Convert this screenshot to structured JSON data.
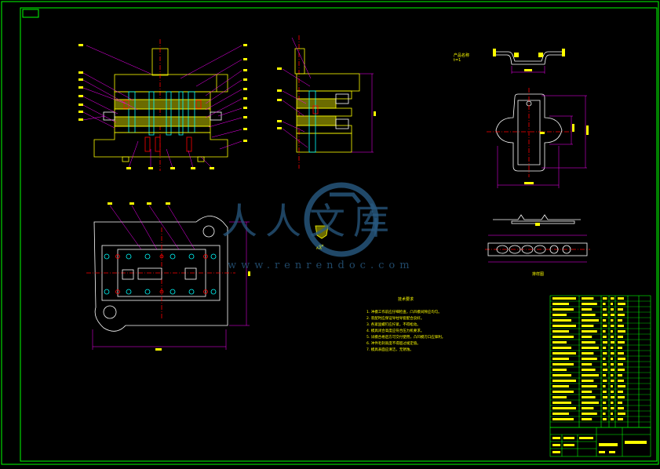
{
  "watermark": {
    "brand": "人人文库",
    "url": "www.renrendoc.com"
  },
  "notes": {
    "title": "技术要求",
    "lines": [
      "1. 冲模工作前应仔细检查，凸凹模间隙应均匀。",
      "2. 装配时应保证导柱导套配合良好。",
      "3. 各紧固螺钉应拧紧，不得松动。",
      "4. 模具闭合高度应符合压力机要求。",
      "5. 试模合格后方可交付使用，凸凹模刃口应锋利。",
      "6. 冲件毛刺高度不得超过规定值。",
      "7. 模具表面应清洁，无锈蚀。"
    ]
  },
  "part_labels": {
    "part_name": "产品名称",
    "material": "t=1",
    "strip_layout": "排样图",
    "section_a": "A-A"
  },
  "colors": {
    "frame": "#00ff00",
    "outline": "#ffff00",
    "dimension": "#ff00ff",
    "center": "#ff0000",
    "detail": "#00ffff",
    "text": "#ffffff"
  }
}
